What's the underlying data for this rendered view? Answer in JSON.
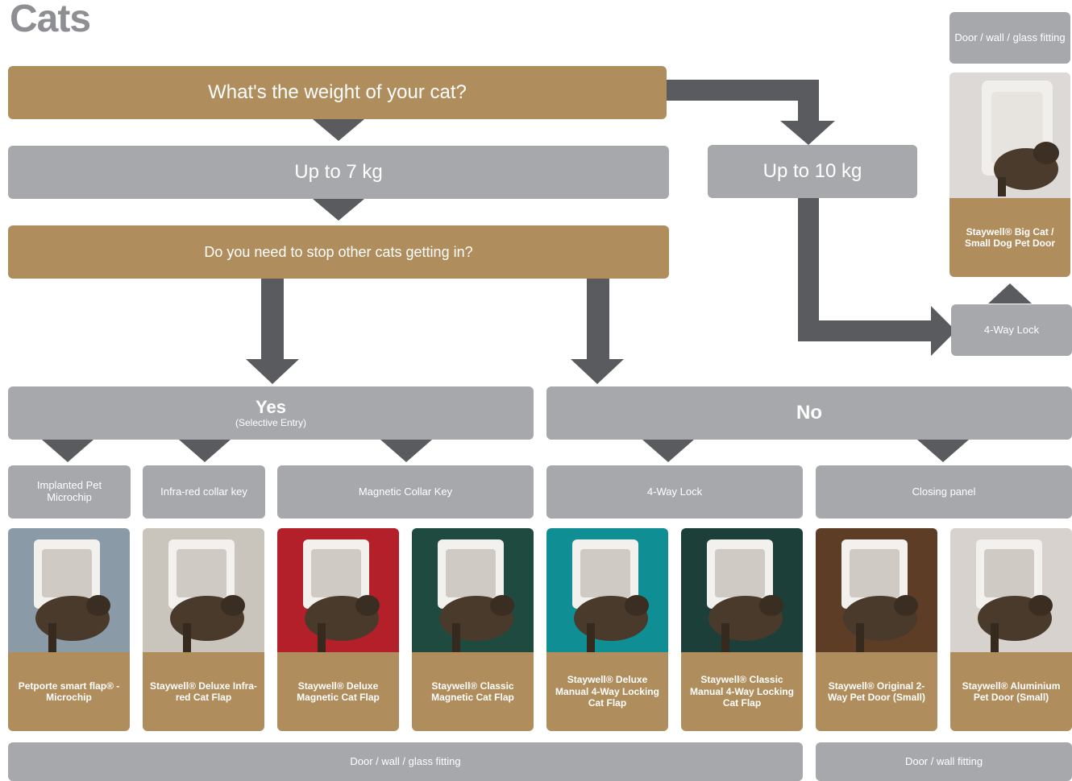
{
  "title": "Cats",
  "question_weight": "What's the weight of your cat?",
  "weight_small": "Up to 7 kg",
  "weight_large": "Up to 10 kg",
  "question_stop": "Do you need to stop other cats getting in?",
  "yes": {
    "label": "Yes",
    "sub": "(Selective Entry)"
  },
  "no": {
    "label": "No"
  },
  "categories": {
    "microchip": "Implanted Pet Microchip",
    "infrared": "Infra-red collar key",
    "magnetic": "Magnetic Collar Key",
    "lock4_no": "4-Way Lock",
    "closing": "Closing panel",
    "lock4_big": "4-Way Lock"
  },
  "fitting": {
    "door_wall_glass": "Door / wall / glass fitting",
    "door_wall": "Door / wall fitting",
    "door_wall_glass_big": "Door / wall / glass fitting"
  },
  "products": [
    {
      "name": "Petporte smart flap® - Microchip",
      "bg": "#8a9aa6"
    },
    {
      "name": "Staywell® Deluxe Infra-red Cat Flap",
      "bg": "#c9c4bc"
    },
    {
      "name": "Staywell® Deluxe Magnetic Cat Flap",
      "bg": "#b3202a"
    },
    {
      "name": "Staywell® Classic Magnetic Cat Flap",
      "bg": "#1f4a3f"
    },
    {
      "name": "Staywell® Deluxe Manual 4-Way Locking Cat Flap",
      "bg": "#0f8f94"
    },
    {
      "name": "Staywell® Classic Manual 4-Way Locking Cat Flap",
      "bg": "#1d3f3a"
    },
    {
      "name": "Staywell® Original 2-Way Pet Door (Small)",
      "bg": "#5e3d27"
    },
    {
      "name": "Staywell® Aluminium Pet Door (Small)",
      "bg": "#d8d2cf"
    }
  ],
  "big_product": {
    "name": "Staywell® Big Cat / Small Dog Pet Door",
    "bg": "#dcd9d6"
  },
  "colors": {
    "tan": "#b08d5c",
    "grey": "#a7a8ab",
    "arrow": "#5a5b5e",
    "title": "#8e8f92"
  }
}
